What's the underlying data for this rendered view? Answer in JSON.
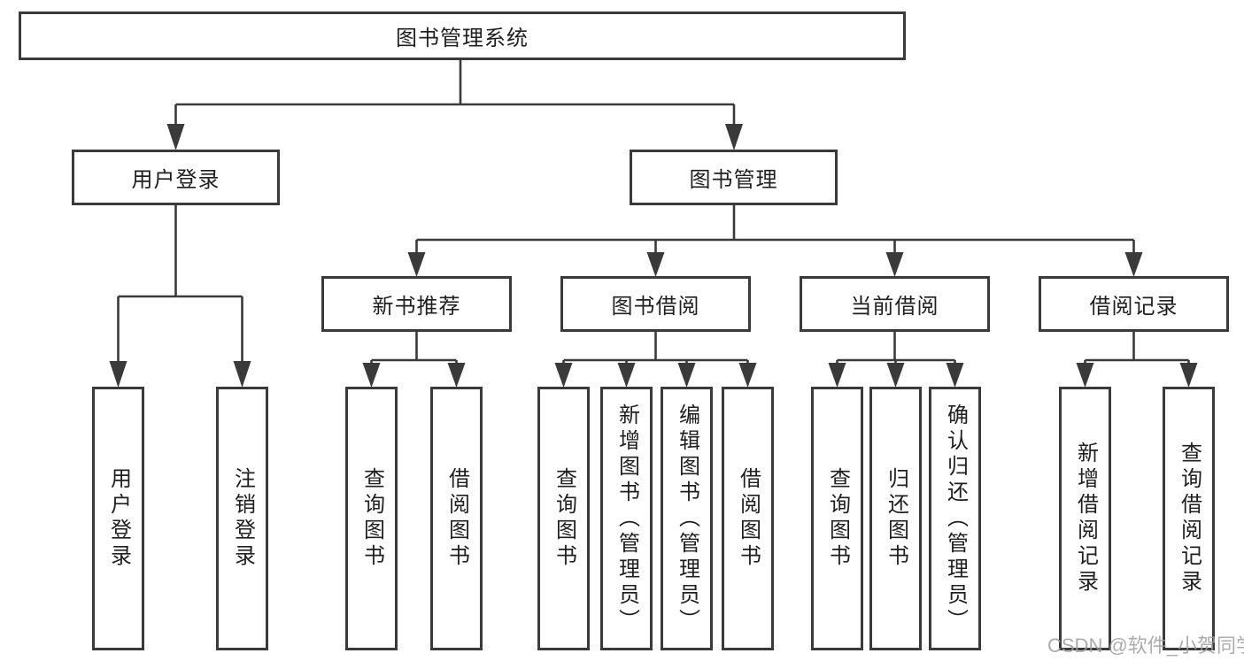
{
  "nodes": {
    "root": "图书管理系统",
    "level2": [
      "用户登录",
      "图书管理"
    ],
    "level3": [
      "新书推荐",
      "图书借阅",
      "当前借阅",
      "借阅记录"
    ],
    "leaves": {
      "user_login": [
        "用户登录",
        "注销登录"
      ],
      "new_book_recommend": [
        "查询图书",
        "借阅图书"
      ],
      "book_borrow": [
        "查询图书",
        "新增图书（管理员）",
        "编辑图书（管理员）",
        "借阅图书"
      ],
      "current_borrow": [
        "查询图书",
        "归还图书",
        "确认归还（管理员）"
      ],
      "borrow_records": [
        "新增借阅记录",
        "查询借阅记录"
      ]
    }
  },
  "watermark": "CSDN @软件_小贺同学",
  "colors": {
    "line": "#3a3a3a",
    "text": "#1f1f1f",
    "box_background": "#ffffff",
    "watermark": "#9e9e9e",
    "page_background": "#ffffff"
  }
}
